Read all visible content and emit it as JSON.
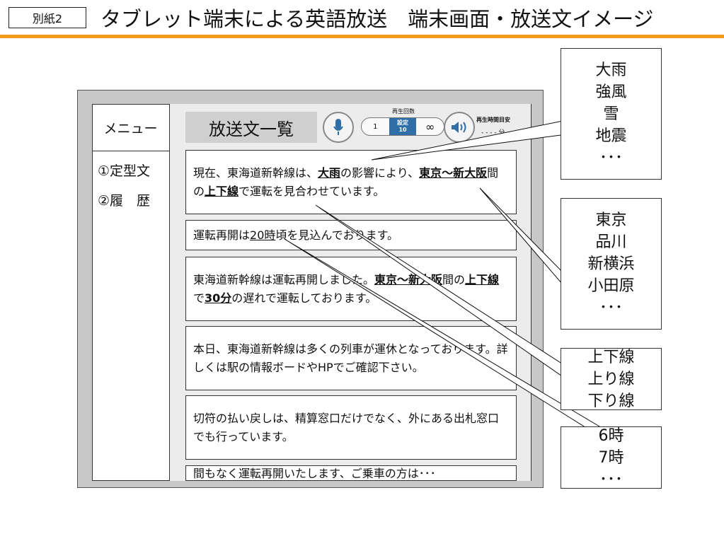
{
  "header": {
    "tag": "別紙2",
    "title": "タブレット端末による英語放送　端末画面・放送文イメージ"
  },
  "menu": {
    "title": "メニュー",
    "items": [
      "①定型文",
      "②履　歴"
    ]
  },
  "toolbar": {
    "title": "放送文一覧",
    "repeat_label": "再生回数",
    "repeat_options": [
      "1",
      "設定",
      "10",
      "∞"
    ],
    "time_label": "再生時間目安",
    "time_value": "- - - - 分"
  },
  "messages": [
    {
      "parts": [
        "現在、東海道新幹線は、",
        "大雨",
        "の影響により、",
        "東京〜新大阪",
        "間の",
        "上下線",
        "で運転を見合わせています。"
      ]
    },
    {
      "parts": [
        "運転再開は",
        "20時",
        "頃を見込んでおります。"
      ]
    },
    {
      "parts": [
        "東海道新幹線は運転再開しました。",
        "東京〜新大阪",
        "間の",
        "上下線",
        "で",
        "30分",
        "の遅れで運転しております。"
      ]
    },
    {
      "parts": [
        "本日、東海道新幹線は多くの列車が運休となっております。詳しくは駅の情報ボードやHPでご確認下さい。"
      ]
    },
    {
      "parts": [
        "切符の払い戻しは、精算窓口だけでなく、外にある出札窓口でも行っています。"
      ]
    },
    {
      "parts": [
        "間もなく運転再開いたします、ご乗車の方は･･･"
      ]
    }
  ],
  "callouts": [
    [
      "大雨",
      "強風",
      "雪",
      "地震",
      "･･･"
    ],
    [
      "東京",
      "品川",
      "新横浜",
      "小田原",
      "･･･"
    ],
    [
      "上下線",
      "上り線",
      "下り線"
    ],
    [
      "6時",
      "7時",
      "･･･"
    ]
  ],
  "colors": {
    "accent": "#f29a1e",
    "toggle": "#2f6ea6"
  }
}
